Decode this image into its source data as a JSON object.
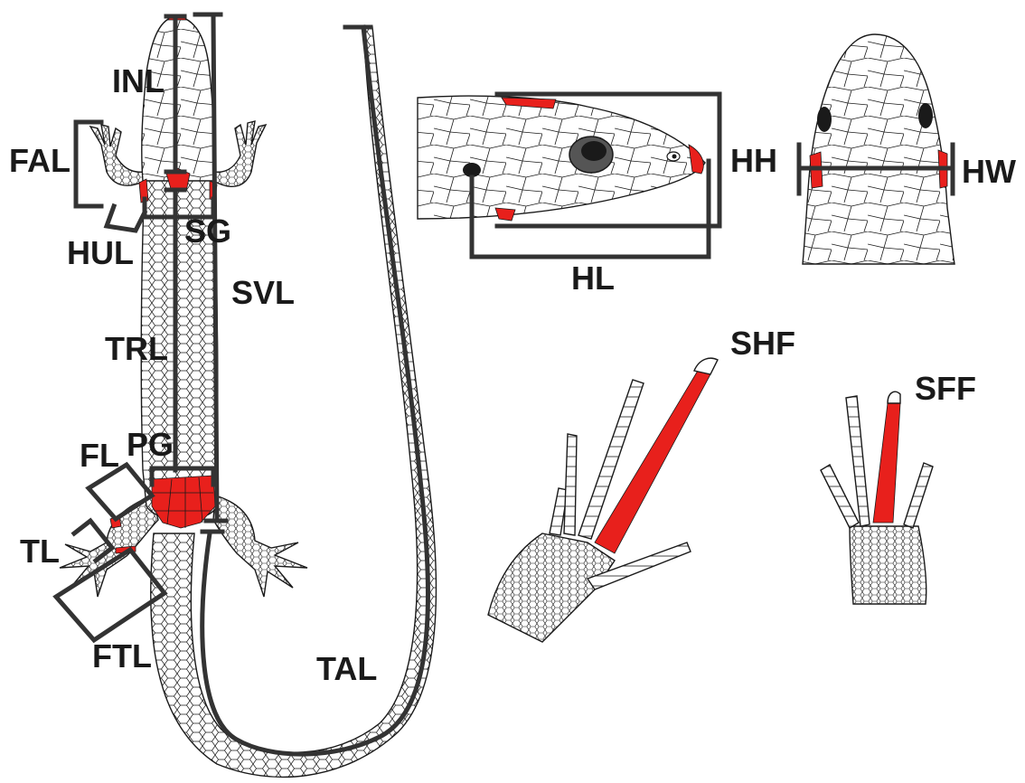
{
  "labels": {
    "inl": "INL",
    "fal": "FAL",
    "hul": "HUL",
    "sg": "SG",
    "svl": "SVL",
    "trl": "TRL",
    "fl": "FL",
    "pg": "PG",
    "tl": "TL",
    "ftl": "FTL",
    "tal": "TAL",
    "hh": "HH",
    "hl": "HL",
    "hw": "HW",
    "shf": "SHF",
    "sff": "SFF"
  },
  "colors": {
    "highlight": "#e8201c",
    "measure_bar": "#333333",
    "outline": "#1a1a1a",
    "background": "#ffffff"
  }
}
